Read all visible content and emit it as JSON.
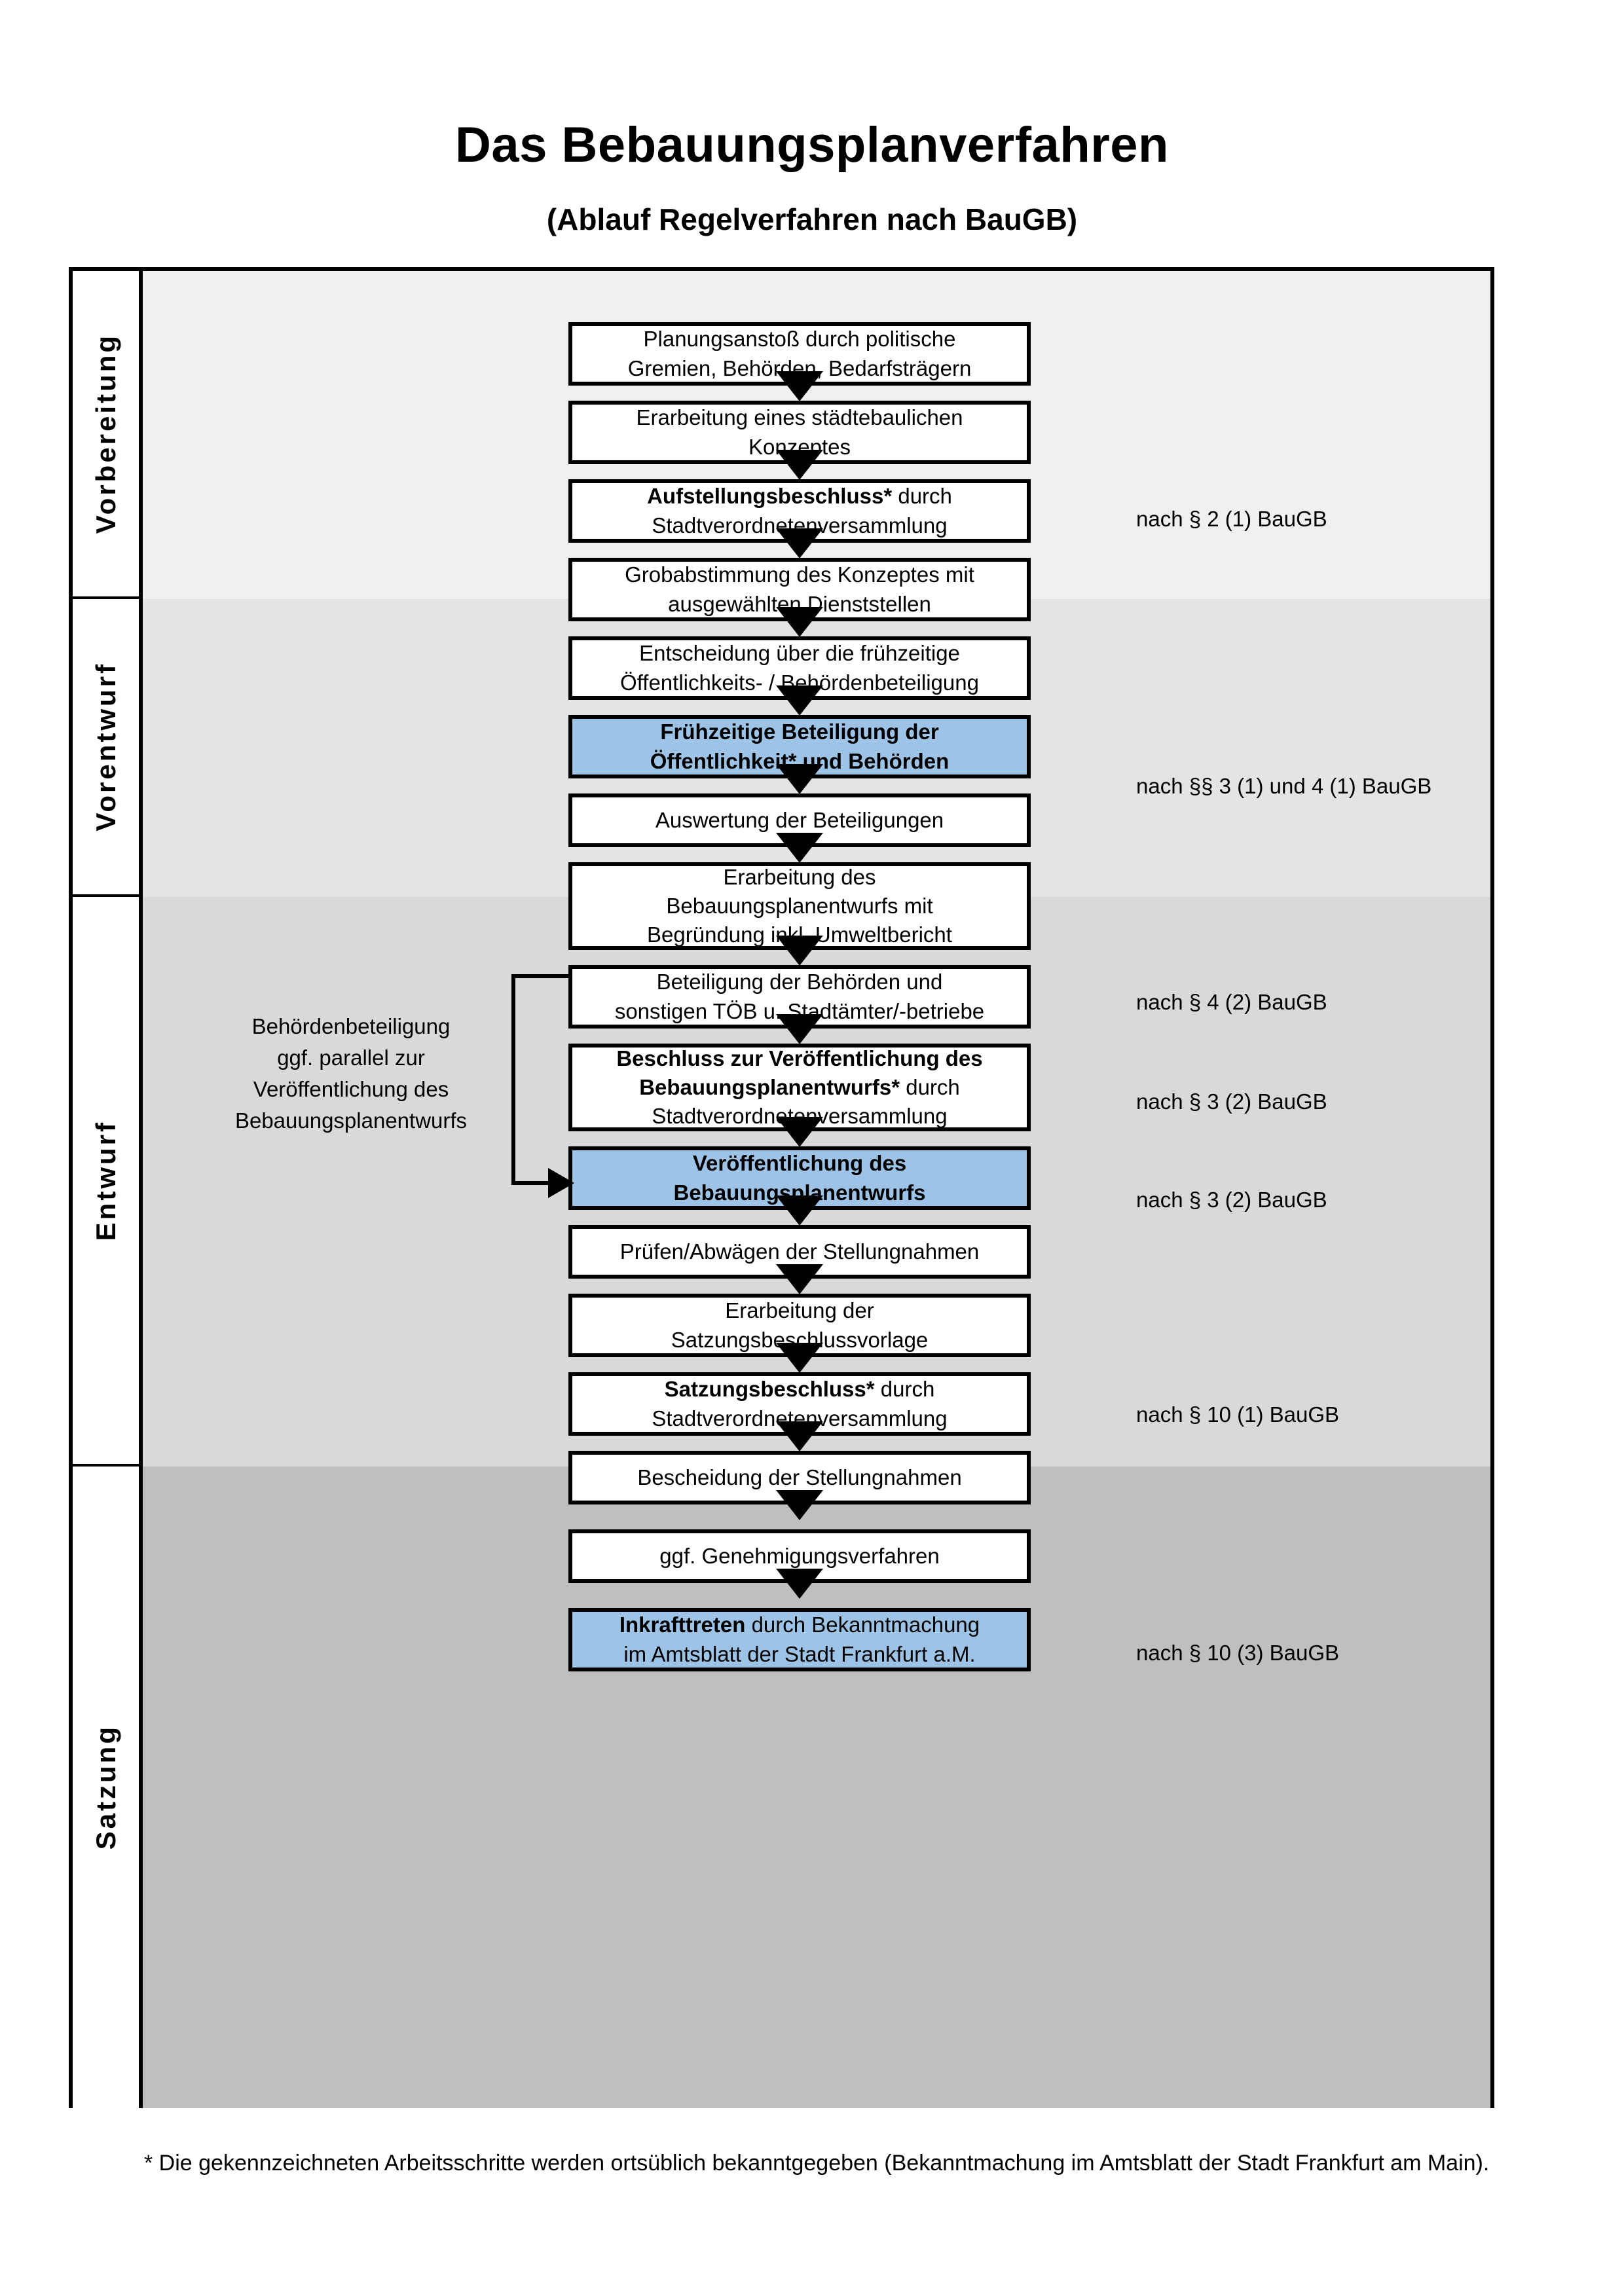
{
  "title": {
    "main": "Das Bebauungsplanverfahren",
    "sub": "(Ablauf Regelverfahren nach BauGB)"
  },
  "phases": [
    {
      "label": "Vorbereitung",
      "band_color": "#F0F0F0"
    },
    {
      "label": "Vorentwurf",
      "band_color": "#E4E4E4"
    },
    {
      "label": "Entwurf",
      "band_color": "#D9D9D9"
    },
    {
      "label": "Satzung",
      "band_color": "#BFBFBF"
    }
  ],
  "steps": [
    {
      "id": "planungsanstoss",
      "lines": [
        "Planungsanstoß durch politische",
        "Gremien, Behörden, Bedarfsträgern"
      ],
      "bold_lead": "",
      "highlight": false
    },
    {
      "id": "staedtebau-konzept",
      "lines": [
        "Erarbeitung eines städtebaulichen",
        "Konzeptes"
      ],
      "bold_lead": "",
      "highlight": false
    },
    {
      "id": "aufstellungsbeschluss",
      "lines": [
        "Aufstellungsbeschluss* durch",
        "Stadtverordnetenversammlung"
      ],
      "bold_lead": "Aufstellungsbeschluss*",
      "highlight": false
    },
    {
      "id": "grobabstimmung",
      "lines": [
        "Grobabstimmung des Konzeptes mit",
        "ausgewählten Dienststellen"
      ],
      "bold_lead": "",
      "highlight": false
    },
    {
      "id": "entscheidung-beteiligung",
      "lines": [
        "Entscheidung über die frühzeitige",
        "Öffentlichkeits- / Behördenbeteiligung"
      ],
      "bold_lead": "",
      "highlight": false
    },
    {
      "id": "fruehzeitige-beteiligung",
      "lines": [
        "Frühzeitige Beteiligung der",
        "Öffentlichkeit* und Behörden"
      ],
      "bold_lead": "ALL",
      "highlight": true
    },
    {
      "id": "auswertung",
      "lines": [
        "Auswertung der Beteiligungen"
      ],
      "bold_lead": "",
      "highlight": false
    },
    {
      "id": "erarbeitung-entwurf",
      "lines": [
        "Erarbeitung des",
        "Bebauungsplanentwurfs mit",
        "Begründung inkl. Umweltbericht"
      ],
      "bold_lead": "",
      "highlight": false
    },
    {
      "id": "behoerdenbeteiligung",
      "lines": [
        "Beteiligung der Behörden und",
        "sonstigen TÖB u. Stadtämter/-betriebe"
      ],
      "bold_lead": "",
      "highlight": false
    },
    {
      "id": "beschluss-veroeffentlichung",
      "lines": [
        "Beschluss zur Veröffentlichung des",
        "Bebauungsplanentwurfs* durch",
        "Stadtverordnetenversammlung"
      ],
      "bold_lead": "Beschluss zur Veröffentlichung des Bebauungsplanentwurfs*",
      "highlight": false
    },
    {
      "id": "veroeffentlichung",
      "lines": [
        "Veröffentlichung des",
        "Bebauungsplanentwurfs"
      ],
      "bold_lead": "ALL",
      "highlight": true
    },
    {
      "id": "pruefen-abwaegen",
      "lines": [
        "Prüfen/Abwägen der Stellungnahmen"
      ],
      "bold_lead": "",
      "highlight": false
    },
    {
      "id": "satzungsbeschlussvorlage",
      "lines": [
        "Erarbeitung der",
        "Satzungsbeschlussvorlage"
      ],
      "bold_lead": "",
      "highlight": false
    },
    {
      "id": "satzungsbeschluss",
      "lines": [
        "Satzungsbeschluss* durch",
        "Stadtverordnetenversammlung"
      ],
      "bold_lead": "Satzungsbeschluss*",
      "highlight": false
    },
    {
      "id": "bescheidung",
      "lines": [
        "Bescheidung der Stellungnahmen"
      ],
      "bold_lead": "",
      "highlight": false
    },
    {
      "id": "genehmigungsverfahren",
      "lines": [
        "ggf. Genehmigungsverfahren"
      ],
      "bold_lead": "",
      "highlight": false
    },
    {
      "id": "inkrafttreten",
      "lines": [
        "Inkrafttreten durch Bekanntmachung",
        "im Amtsblatt der Stadt Frankfurt a.M."
      ],
      "bold_lead": "Inkrafttreten",
      "highlight": true
    }
  ],
  "legal_refs": [
    {
      "id": "ref-aufstellungsbeschluss",
      "text": "nach § 2 (1) BauGB"
    },
    {
      "id": "ref-fruehzeitige",
      "text": "nach §§ 3 (1) und 4 (1) BauGB"
    },
    {
      "id": "ref-behoerdenbeteiligung",
      "text": "nach § 4 (2) BauGB"
    },
    {
      "id": "ref-beschluss",
      "text": "nach § 3 (2) BauGB"
    },
    {
      "id": "ref-veroeffentlichung",
      "text": "nach § 3 (2) BauGB"
    },
    {
      "id": "ref-satzungsbeschluss",
      "text": "nach § 10 (1) BauGB"
    },
    {
      "id": "ref-inkrafttreten",
      "text": "nach § 10 (3) BauGB"
    }
  ],
  "side_note": {
    "lines": [
      "Behördenbeteiligung",
      "ggf. parallel zur",
      "Veröffentlichung des",
      "Bebauungsplanentwurfs"
    ]
  },
  "footnote": "* Die gekennzeichneten Arbeitsschritte werden ortsüblich bekanntgegeben (Bekanntmachung im Amtsblatt  der Stadt Frankfurt am Main).",
  "colors": {
    "highlight_blue": "#9DC3E6",
    "stroke": "#000000",
    "band1": "#F0F0F0",
    "band2": "#E4E4E4",
    "band3": "#D9D9D9",
    "band4": "#BFBFBF"
  }
}
